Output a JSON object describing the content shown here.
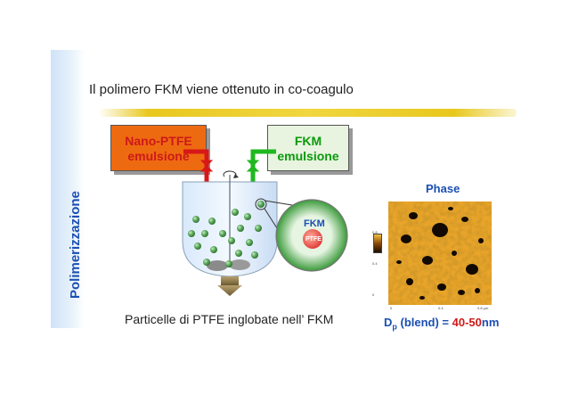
{
  "slide": {
    "side_label": "Polimerizzazione",
    "title": "Il polimero FKM viene ottenuto in co-coagulo",
    "caption": "Particelle di PTFE inglobate nell’ FKM"
  },
  "diagram": {
    "box_ptfe": {
      "line1": "Nano-PTFE",
      "line2": "emulsione"
    },
    "box_fkm": {
      "line1": "FKM",
      "line2": "emulsione"
    },
    "inset": {
      "outer": "FKM",
      "inner": "PTFE"
    }
  },
  "afm": {
    "title": "Phase",
    "x_ticks": [
      "0",
      "0.4",
      "0.8 µm"
    ],
    "y_ticks": [
      "0.8",
      "0.4",
      "0"
    ],
    "dp_prefix": "D",
    "dp_sub": "p",
    "dp_middle": " (blend) = ",
    "dp_value": "40-50",
    "dp_unit": "nm"
  },
  "colors": {
    "accent_blue": "#1a4fb3",
    "ptfe_orange": "#ee6a10",
    "fkm_green": "#0a9a0a",
    "arrow_red": "#d81818",
    "arrow_green": "#1fb81f"
  }
}
